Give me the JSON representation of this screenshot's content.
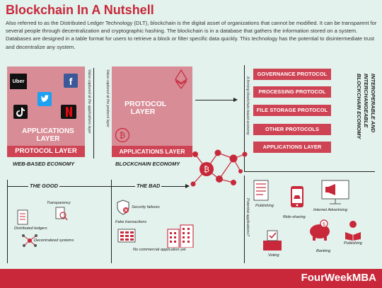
{
  "header": {
    "title": "Blockchain In A Nutshell",
    "intro": "Also referred to as the Distributed Ledger Technology (DLT), blockchain is the digital asset of organizations that cannot be modified. It can be transparent for several people through decentralization and cryptographic hashing. The blockchain is in a database that gathers the information stored on a system. Databases are designed in a table format for users to retrieve a block or filter specific data quickly. This technology has the potential to disintermediate trust and decentralize any system."
  },
  "web_economy": {
    "brands": [
      "Uber",
      "Facebook",
      "Twitter",
      "TikTok",
      "Netflix"
    ],
    "applications_layer": "APPLICATIONS LAYER",
    "protocol_layer": "PROTOCOL LAYER",
    "side_note": "Value captured at the applications layer",
    "label": "WEB-BASED ECONOMY"
  },
  "blockchain_economy": {
    "protocol_layer": "PROTOCOL LAYER",
    "applications_layer": "APPLICATIONS LAYER",
    "side_note": "Value captured at the protocol layer",
    "label": "BLOCKCHAIN ECONOMY"
  },
  "interoperable": {
    "side_note": "A thriving blockchain-based economy",
    "items": [
      "GOVERNANCE PROTOCOL",
      "PROCESSING PROTOCOL",
      "FILE STORAGE PROTOCOL",
      "OTHER PROTOCOLS"
    ],
    "applications_layer": "APPLICATIONS LAYER",
    "vertical_label": "INTEROPERABLE AND INTERCHANGEABLE BLOCKCHAIN ECONOMY"
  },
  "good_bad": {
    "good_label": "THE GOOD",
    "bad_label": "THE BAD",
    "good_items": [
      "Transparency",
      "Distributed ledgers",
      "Decentralized systems"
    ],
    "bad_items": [
      "Security failures",
      "Fake transactions",
      "No commercial application yet"
    ]
  },
  "applications": {
    "side_note": "Potential applications?",
    "items": [
      "Publishing",
      "Ride-sharing",
      "Internet Advertising",
      "Voting",
      "Banking",
      "Publishing"
    ]
  },
  "footer": {
    "brand": "FourWeekMBA"
  },
  "colors": {
    "red": "#c8283a",
    "pink": "#d88c96",
    "bar": "#cf4454",
    "bg": "#e3f2ed"
  }
}
